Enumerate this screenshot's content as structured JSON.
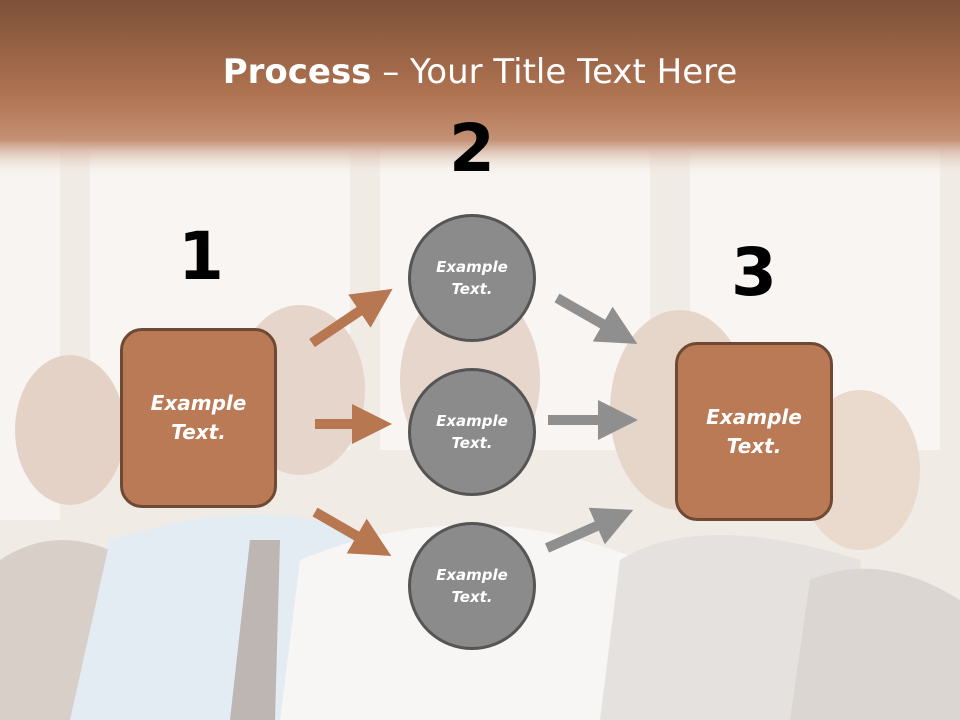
{
  "title": {
    "bold": "Process",
    "rest": " – Your Title Text Here"
  },
  "steps": {
    "one": "1",
    "two": "2",
    "three": "3"
  },
  "boxes": {
    "left": "Example\nText.",
    "right": "Example\nText."
  },
  "circles": {
    "top": "Example\nText.",
    "middle": "Example\nText.",
    "bottom": "Example\nText."
  },
  "colors": {
    "header": "#a46a47",
    "box": "#b97a55",
    "circle": "#8b8b8b",
    "arrow_brown": "#b77750",
    "arrow_gray": "#8f8f8f"
  }
}
